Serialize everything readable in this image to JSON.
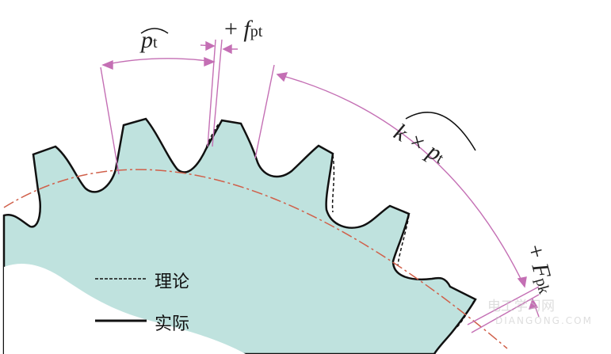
{
  "labels": {
    "pitch": "p",
    "pitch_sub": "t",
    "single_pitch_dev_sign": "+",
    "single_pitch_dev": "f",
    "single_pitch_dev_sub": "pt",
    "k_pitch_prefix": "k × p",
    "k_pitch_sub": "t",
    "cumulative_dev_sign": "+",
    "cumulative_dev": "F",
    "cumulative_dev_sub": "pk"
  },
  "legend": {
    "theoretical": "理论",
    "actual": "实际"
  },
  "watermark": {
    "cn": "电工学习网",
    "en": "DIANGONG.COM"
  },
  "colors": {
    "gear_fill": "#bfe2de",
    "dimension": "#c46fb4",
    "pitch_circle": "#d0604a",
    "outline": "#111111"
  }
}
